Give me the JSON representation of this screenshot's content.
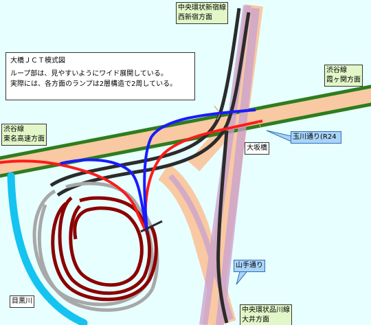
{
  "labels": {
    "title": "大橋ＪＣＴ模式図",
    "note1": "ループ部は、見やすいようにワイド展開している。",
    "note2": "実際には、各方面のランプは2層構造で2周している。",
    "shinjuku_line": "中央環状新宿線",
    "shinjuku_dir": "西新宿方面",
    "kasumigaseki_line": "渋谷線",
    "kasumigaseki_dir": "霞ヶ関方面",
    "tomei_line": "渋谷線",
    "tomei_dir": "東名高速方面",
    "ohashi": "大坂橋",
    "tamagawa": "玉川通り(R24",
    "yamate": "山手通り",
    "shinagawa_line": "中央環状品川線",
    "shinagawa_dir": "大井方面",
    "meguro": "目黒川"
  },
  "colors": {
    "background": "#e8ffff",
    "surface_road": "#f8c9a3",
    "shibuya_line": "#2e7d1e",
    "central_loop_tunnel": "#c9a0d0",
    "ramp_black": "#2b2b2b",
    "ramp_gray": "#a8a8a8",
    "ramp_dark_red": "#8b0000",
    "ramp_red": "#ff1a1a",
    "ramp_blue": "#1a1aff",
    "river": "#14c3f0",
    "callout_blue": "#a9d4f8"
  }
}
